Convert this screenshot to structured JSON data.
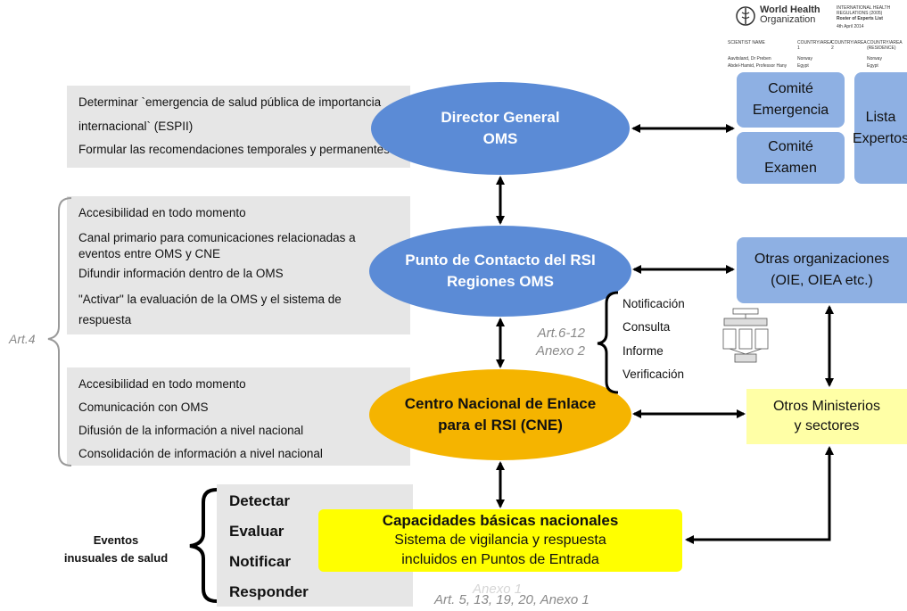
{
  "who_document": {
    "org_name_line1": "World Health",
    "org_name_line2": "Organization",
    "doc_title_line1": "INTERNATIONAL HEALTH",
    "doc_title_line2": "REGULATIONS (2005)",
    "doc_title_line3": "Roster of Experts List",
    "doc_date": "4th April 2014",
    "col_name": "SCIENTIST NAME",
    "col_country1": "COUNTRY/AREA 1",
    "col_country2": "COUNTRY/AREA 2",
    "col_country3": "COUNTRY/AREA (RESIDENCE)",
    "row1_name": "Aavitsland, Dr Preben",
    "row1_country": "Norway",
    "row1_residence": "Norway",
    "row2_name": "Abdel-Hamid, Professor Hany",
    "row2_country": "Egypt",
    "row2_residence": "Egypt"
  },
  "director_block": {
    "lines": [
      "Determinar `emergencia de salud pública de importancia",
      "internacional` (ESPII)",
      "Formular las recomendaciones temporales y permanentes"
    ]
  },
  "director_ellipse": {
    "line1": "Director General",
    "line2": "OMS"
  },
  "committees": {
    "emergencia_line1": "Comité",
    "emergencia_line2": "Emergencia",
    "examen_line1": "Comité",
    "examen_line2": "Examen",
    "lista_line1": "Lista",
    "lista_line2": "Expertos"
  },
  "contact_block": {
    "lines": [
      "Accesibilidad en todo momento",
      "Canal primario para comunicaciones relacionadas a",
      "eventos entre OMS y CNE",
      "Difundir información dentro de la OMS",
      "\"Activar\" la evaluación de la OMS y el sistema de",
      "respuesta"
    ]
  },
  "contact_ellipse": {
    "line1": "Punto de Contacto del RSI",
    "line2": "Regiones OMS"
  },
  "otras_org": {
    "line1": "Otras organizaciones",
    "line2": "(OIE, OIEA etc.)"
  },
  "art4_label": "Art.4",
  "art6_label": {
    "line1": "Art.6-12",
    "line2": "Anexo 2"
  },
  "comm_types": [
    "Notificación",
    "Consulta",
    "Informe",
    "Verificación"
  ],
  "cne_block": {
    "lines": [
      "Accesibilidad en todo momento",
      "Comunicación con OMS",
      "Difusión de la información a nivel nacional",
      "Consolidación de información a nivel nacional"
    ]
  },
  "cne_ellipse": {
    "line1": "Centro Nacional de Enlace",
    "line2": "para el RSI (CNE)"
  },
  "otros_ministerios": {
    "line1": "Otros Ministerios",
    "line2": "y sectores"
  },
  "eventos": {
    "line1": "Eventos",
    "line2": "inusuales de  salud"
  },
  "verbs": [
    "Detectar",
    "Evaluar",
    "Notificar",
    "Responder"
  ],
  "capacidades": {
    "title": "Capacidades básicas nacionales",
    "line2": "Sistema de vigilancia y respuesta",
    "line3": "incluidos en Puntos de Entrada"
  },
  "anexo_faded": "Anexo 1",
  "articles_label": "Art. 5, 13, 19,  20, Anexo 1",
  "colors": {
    "ellipse_blue": "#5b8bd6",
    "box_blue": "#8eb0e3",
    "cne_orange": "#f5b400",
    "capacidades_yellow": "#ffff00",
    "ministerios_yellow": "#ffffa6",
    "grey_panel": "#e6e6e6"
  }
}
